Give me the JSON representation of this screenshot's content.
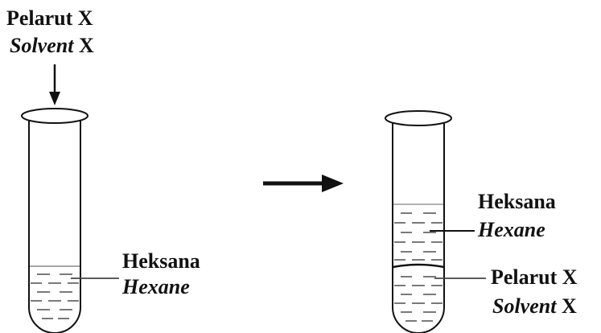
{
  "left_tube": {
    "top_label_line1": "Pelarut X",
    "top_label_line2_italic": "Solvent",
    "top_label_line2_rest": " X",
    "layer_label_line1": "Heksana",
    "layer_label_line2": "Hexane"
  },
  "right_tube": {
    "upper_label_line1": "Heksana",
    "upper_label_line2": "Hexane",
    "lower_label_line1": "Pelarut X",
    "lower_label_line2_italic": "Solvent",
    "lower_label_line2_rest": " X"
  },
  "colors": {
    "ink": "#111111",
    "background": "#ffffff"
  }
}
